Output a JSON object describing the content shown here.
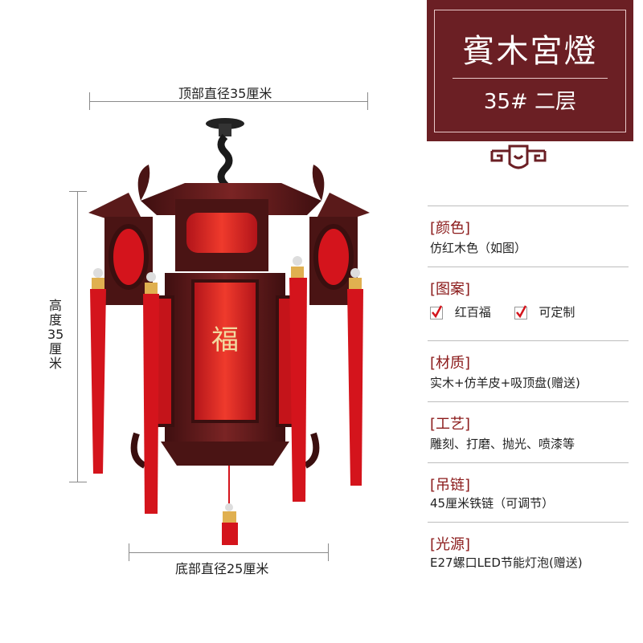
{
  "title": {
    "main": "賓木宮燈",
    "sub": "35# 二层"
  },
  "dimensions": {
    "top": "顶部直径35厘米",
    "height": "高度35厘米",
    "bottom": "底部直径25厘米"
  },
  "lantern": {
    "center_character": "福"
  },
  "specs": [
    {
      "heading": "[颜色]",
      "value": "仿红木色（如图）"
    },
    {
      "heading": "[图案]",
      "options": [
        "红百福",
        "可定制"
      ]
    },
    {
      "heading": "[材质]",
      "value": "实木+仿羊皮+吸顶盘(赠送)"
    },
    {
      "heading": "[工艺]",
      "value": "雕刻、打磨、抛光、喷漆等"
    },
    {
      "heading": "[吊链]",
      "value": "45厘米铁链（可调节）"
    },
    {
      "heading": "[光源]",
      "value": "E27螺口LED节能灯泡(赠送)"
    }
  ],
  "colors": {
    "title_bg": "#6b1f24",
    "wood": "#5a1a1a",
    "red": "#d4141c",
    "heading": "#8b1a1a"
  }
}
